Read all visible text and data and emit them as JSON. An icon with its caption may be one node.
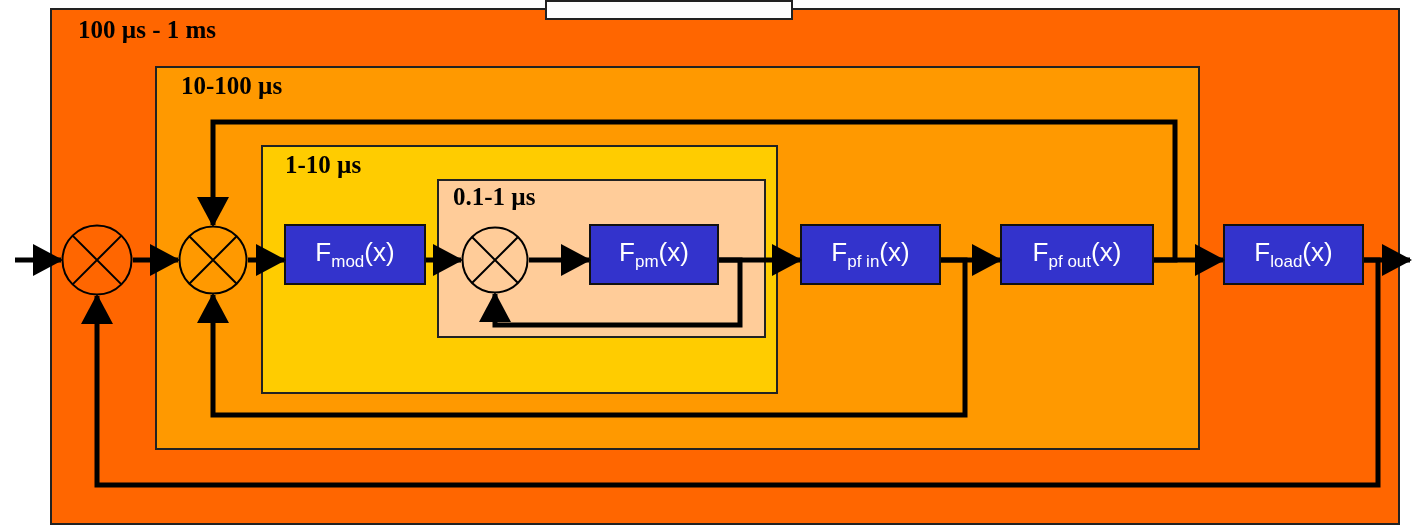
{
  "diagram": {
    "nodes": [
      {
        "text": [
          "100 µs - 1 ms"
        ]
      },
      {
        "text": [
          "10-100 µs"
        ],
        "in": 0
      },
      {
        "text": [
          "1-10 µs"
        ],
        "in": 1
      },
      {
        "text": [
          "0.1-1 µs"
        ],
        "in": 2
      },
      {
        "text": [],
        "shape": "circle",
        "in": 0
      },
      {
        "text": [],
        "shape": "circle",
        "in": 1
      },
      {
        "text": [
          "F$_{mod}$(x)"
        ],
        "in": 2
      },
      {
        "text": [],
        "shape": "circle",
        "in": 3
      },
      {
        "text": [
          "F$_{pm}$(x)"
        ],
        "in": 3
      },
      {
        "text": [
          "F$_{pf in}$(x)"
        ],
        "in": 1
      },
      {
        "text": [
          "F$_{pf out}$(x)"
        ],
        "in": 1
      },
      {
        "text": [
          "F$_{load}$(x)"
        ],
        "in": 0
      },
      {
        "text": [],
        "shape": "box"
      }
    ],
    "edges": [
      {
        "from": null,
        "to": 4,
        "arrow": "to"
      },
      {
        "from": 4,
        "to": 5,
        "arrow": "to"
      },
      {
        "from": 5,
        "to": 6,
        "arrow": "to"
      },
      {
        "from": 6,
        "to": 7,
        "arrow": "to"
      },
      {
        "from": 7,
        "to": 8,
        "arrow": "to"
      },
      {
        "from": 8,
        "to": 9,
        "arrow": "to"
      },
      {
        "from": 8,
        "to": 7,
        "arrow": "to"
      },
      {
        "from": 9,
        "to": 10,
        "arrow": "to"
      },
      {
        "from": 9,
        "to": 5,
        "arrow": "to"
      },
      {
        "from": 10,
        "to": 11,
        "arrow": "to"
      },
      {
        "from": 10,
        "to": 5,
        "arrow": "to"
      },
      {
        "from": 11,
        "to": null,
        "arrow": "to"
      },
      {
        "from": 11,
        "to": 4,
        "arrow": "to"
      }
    ]
  }
}
